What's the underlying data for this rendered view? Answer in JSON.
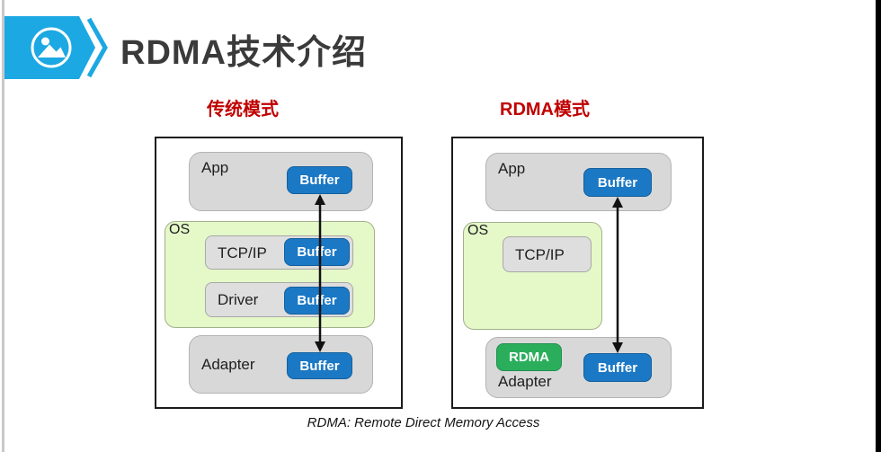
{
  "header": {
    "title": "RDMA技术介绍"
  },
  "diagrams": {
    "traditional": {
      "title": "传统模式",
      "app": {
        "label": "App",
        "buffer": "Buffer"
      },
      "os": {
        "label": "OS"
      },
      "tcpip": {
        "label": "TCP/IP",
        "buffer": "Buffer"
      },
      "driver": {
        "label": "Driver",
        "buffer": "Buffer"
      },
      "adapter": {
        "label": "Adapter",
        "buffer": "Buffer"
      }
    },
    "rdma": {
      "title": "RDMA模式",
      "app": {
        "label": "App",
        "buffer": "Buffer"
      },
      "os": {
        "label": "OS"
      },
      "tcpip": {
        "label": "TCP/IP"
      },
      "adapter": {
        "label": "Adapter",
        "rdma": "RDMA",
        "buffer": "Buffer"
      }
    }
  },
  "footnote": {
    "text": "RDMA: Remote Direct Memory Access"
  },
  "icons": {
    "banner": "image-icon",
    "chevron": "chevron-right-icon"
  },
  "colors": {
    "banner_blue": "#1CA8E2",
    "buffer_blue": "#1B78C4",
    "rdma_green": "#2BAE5C",
    "os_green": "#E4F8C8",
    "box_gray": "#D8D8D8",
    "heading_red": "#C00000",
    "arrow_black": "#111111"
  }
}
